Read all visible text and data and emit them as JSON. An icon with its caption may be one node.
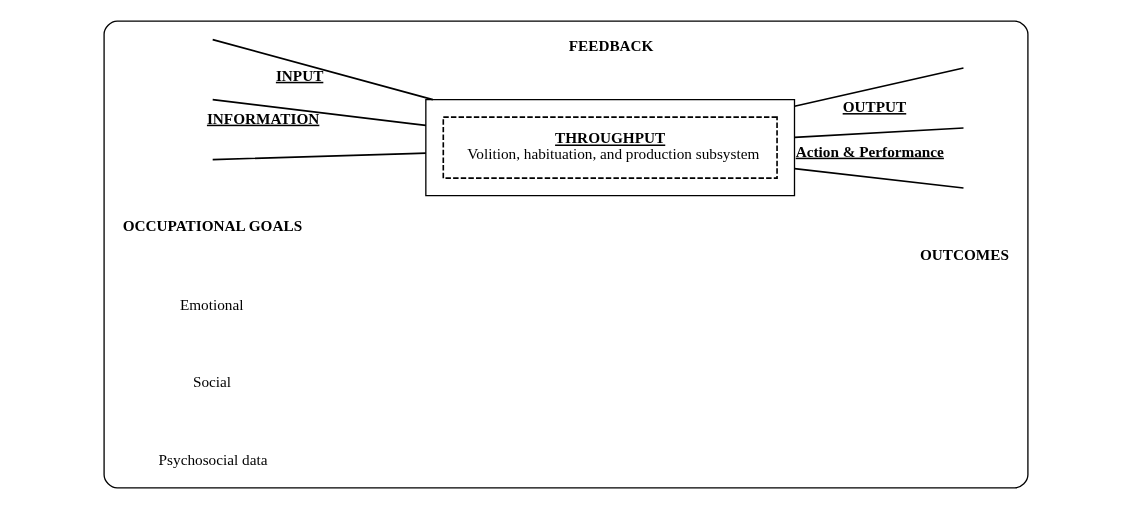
{
  "diagram": {
    "nodes": [
      {
        "text": [],
        "shape": "box"
      },
      {
        "text": [],
        "shape": "box",
        "in": 0
      },
      {
        "text": [
          "THROUGHPUT",
          "Volition, habituation, and production subsystem"
        ],
        "in": 1
      }
    ],
    "edges": [
      {
        "from": null,
        "to": 1,
        "arrow": "none",
        "label": "INPUT"
      },
      {
        "from": null,
        "to": 1,
        "arrow": "none",
        "label": "INFORMATION"
      },
      {
        "from": null,
        "to": 1,
        "arrow": "none"
      },
      {
        "from": 1,
        "to": null,
        "arrow": "none",
        "label": "OUTPUT"
      },
      {
        "from": 1,
        "to": null,
        "arrow": "none",
        "label": "Action & Performance"
      },
      {
        "from": 1,
        "to": null,
        "arrow": "none"
      }
    ],
    "labels": [
      "OCCUPATIONAL GOALS",
      "Emotional",
      "Social",
      "Psychosocial data",
      "FEEDBACK",
      "OUTCOMES"
    ]
  }
}
